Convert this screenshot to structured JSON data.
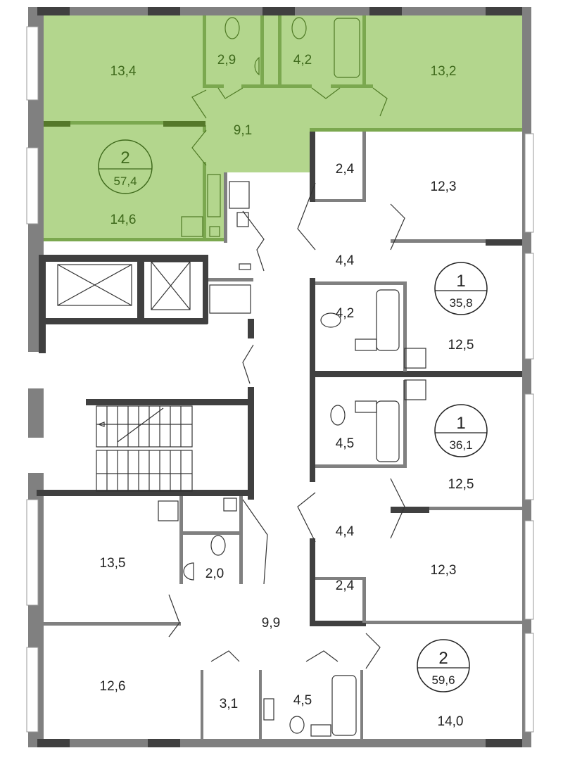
{
  "colors": {
    "selected_fill": "#b3d68d",
    "selected_wall": "#7ba84f",
    "selected_dark_wall": "#55792a",
    "selected_text": "#3f6a1c",
    "wall_dark": "#404040",
    "wall_facade": "#808080"
  },
  "apartments": [
    {
      "rooms": "2",
      "area": "57,4",
      "selected": true
    },
    {
      "rooms": "1",
      "area": "35,8",
      "selected": false
    },
    {
      "rooms": "1",
      "area": "36,1",
      "selected": false
    },
    {
      "rooms": "2",
      "area": "59,6",
      "selected": false
    }
  ],
  "rooms": [
    "13,4",
    "2,9",
    "4,2",
    "13,2",
    "9,1",
    "14,6",
    "2,4",
    "12,3",
    "4,4",
    "4,2",
    "12,5",
    "4,5",
    "12,5",
    "4,4",
    "2,4",
    "12,3",
    "13,5",
    "2,0",
    "9,9",
    "12,6",
    "3,1",
    "4,5",
    "14,0"
  ]
}
